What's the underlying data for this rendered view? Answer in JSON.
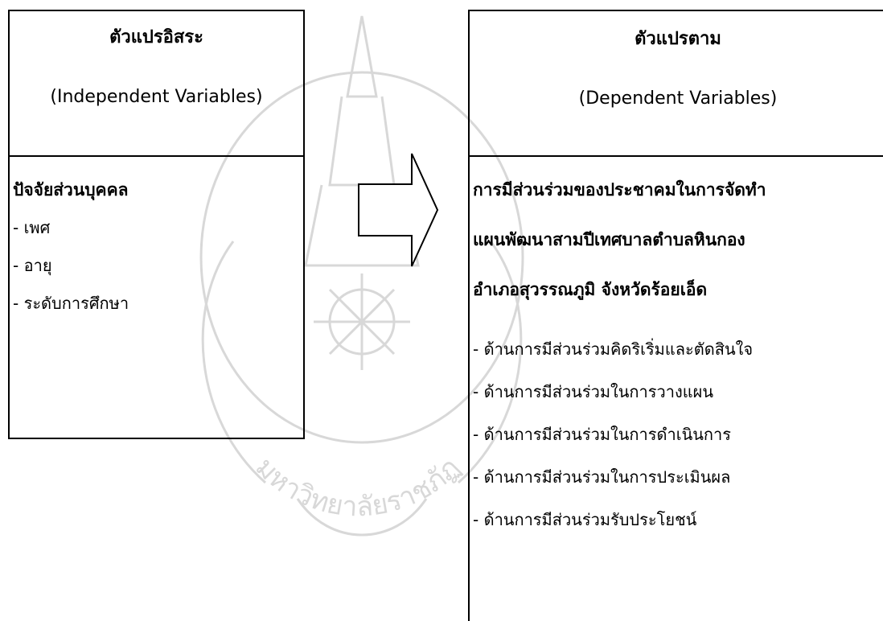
{
  "independent": {
    "title_th": "ตัวแปรอิสระ",
    "title_en": "(Independent Variables)",
    "heading": "ปัจจัยส่วนบุคคล",
    "items": [
      "- เพศ",
      "- อายุ",
      "- ระดับการศึกษา"
    ]
  },
  "dependent": {
    "title_th": "ตัวแปรตาม",
    "title_en": "(Dependent Variables)",
    "heading_lines": [
      "การมีส่วนร่วมของประชาคมในการจัดทำ",
      "แผนพัฒนาสามปีเทศบาลตำบลหินกอง",
      "อำเภอสุวรรณภูมิ จังหวัดร้อยเอ็ด"
    ],
    "items": [
      "- ด้านการมีส่วนร่วมคิดริเริ่มและตัดสินใจ",
      "- ด้านการมีส่วนร่วมในการวางแผน",
      "- ด้านการมีส่วนร่วมในการดำเนินการ",
      "- ด้านการมีส่วนร่วมในการประเมินผล",
      "- ด้านการมีส่วนร่วมรับประโยชน์"
    ]
  },
  "watermark": {
    "text": "มหาวิทยาลัยราชภัฏ",
    "color": "#d8d8d8"
  }
}
